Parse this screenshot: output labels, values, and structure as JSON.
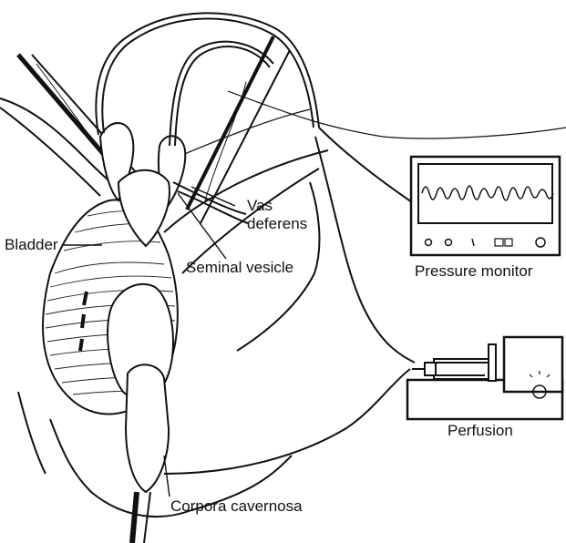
{
  "labels": {
    "vas_deferens": [
      "Vas",
      "deferens"
    ],
    "bladder": "Bladder",
    "seminal_vesicle": "Seminal vesicle",
    "pressure_monitor": "Pressure monitor",
    "perfusion": "Perfusion",
    "corpora_cavernosa": "Corpora cavernosa"
  },
  "colors": {
    "ink": "#111111",
    "paper": "#ffffff",
    "shade": "#222222"
  }
}
